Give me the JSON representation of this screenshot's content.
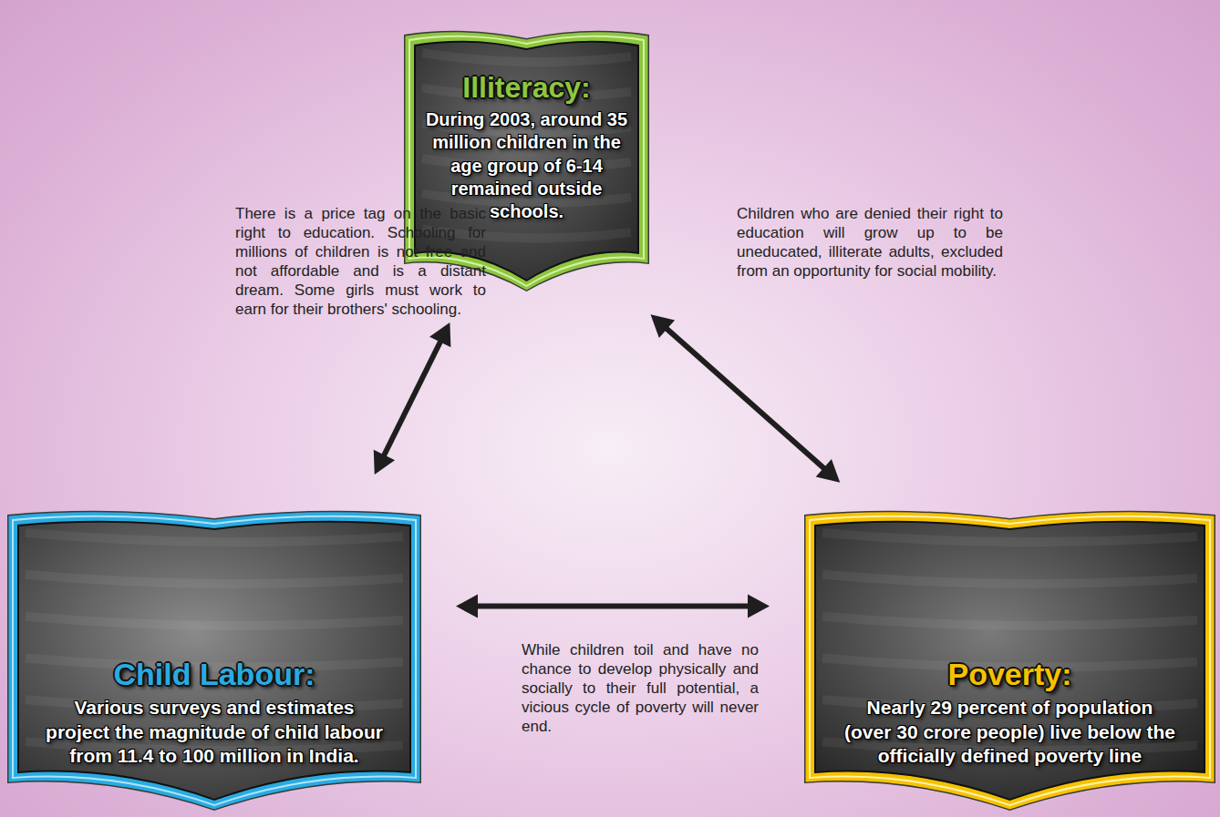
{
  "diagram": {
    "nodes": [
      {
        "text": [
          "Illiteracy:",
          "During 2003, around 35 million children in the age group of 6-14 remained outside schools."
        ]
      },
      {
        "text": [
          "Child Labour:",
          "Various surveys and estimates project the magnitude of child labour from 11.4 to 100 million in India."
        ]
      },
      {
        "text": [
          "Poverty:",
          "Nearly 29 percent of population (over 30 crore people) live below the officially defined poverty line"
        ]
      }
    ],
    "edges": [
      {
        "from": 0,
        "to": 1,
        "arrow": "both"
      },
      {
        "from": 0,
        "to": 2,
        "arrow": "both"
      },
      {
        "from": 1,
        "to": 2,
        "arrow": "both"
      }
    ],
    "labels": [
      "There is a price tag on the basic right to education. Schooling for millions of children is not free and not affordable and is a distant dream. Some girls must work to earn for their brothers' schooling.",
      "Children who are denied their right to education will grow up to be uneducated, illiterate adults, excluded from an opportunity for social mobility.",
      "While children toil and have no chance to develop physically and socially to their full potential, a vicious cycle of poverty will never end."
    ]
  }
}
